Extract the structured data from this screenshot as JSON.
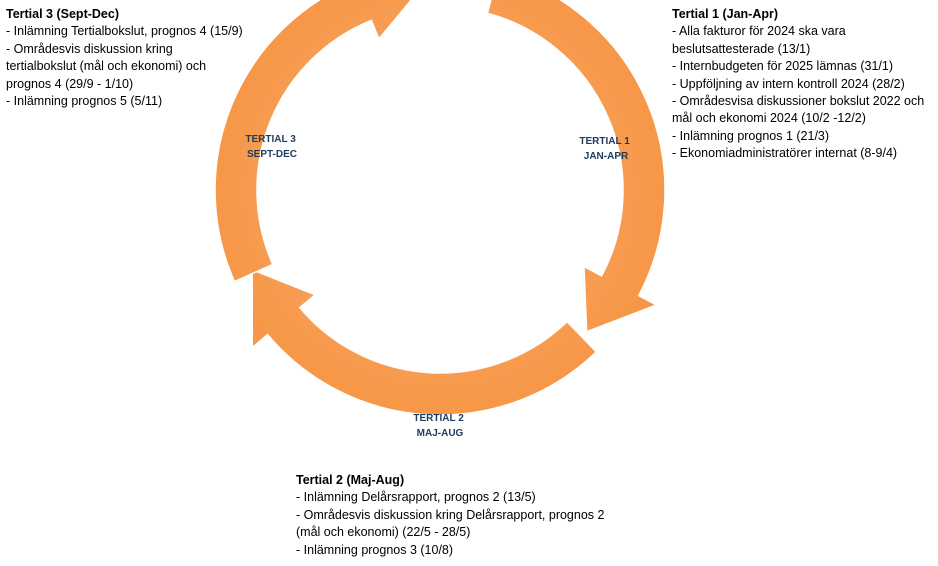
{
  "cycle": {
    "arc_color": "#F79646",
    "label_color": "#1F3A5F",
    "arcs": [
      {
        "id": "t1",
        "line1": "TERTIAL 1",
        "line2": "JAN-APR"
      },
      {
        "id": "t2",
        "line1": "TERTIAL 2",
        "line2": "MAJ-AUG"
      },
      {
        "id": "t3",
        "line1": "TERTIAL 3",
        "line2": "SEPT-DEC"
      }
    ]
  },
  "tertial3": {
    "title": "Tertial 3 (Sept-Dec)",
    "items": [
      "Inlämning Tertialbokslut, prognos 4 (15/9)",
      "Områdesvis diskussion kring tertialbokslut (mål och ekonomi)  och prognos 4 (29/9 - 1/10)",
      "Inlämning prognos 5 (5/11)"
    ]
  },
  "tertial1": {
    "title": "Tertial 1 (Jan-Apr)",
    "items": [
      "Alla fakturor för 2024 ska vara beslutsattesterade (13/1)",
      "Internbudgeten för 2025 lämnas (31/1)",
      "Uppföljning av intern kontroll 2024 (28/2)",
      "Områdesvisa diskussioner bokslut 2022 och mål och ekonomi 2024 (10/2 -12/2)",
      "Inlämning prognos 1 (21/3)",
      "Ekonomiadministratörer internat  (8-9/4)"
    ]
  },
  "tertial2": {
    "title": "Tertial 2 (Maj-Aug)",
    "items": [
      "Inlämning Delårsrapport, prognos 2 (13/5)",
      "Områdesvis diskussion kring Delårsrapport, prognos 2 (mål och ekonomi) (22/5 - 28/5)",
      "Inlämning prognos 3 (10/8)"
    ]
  }
}
